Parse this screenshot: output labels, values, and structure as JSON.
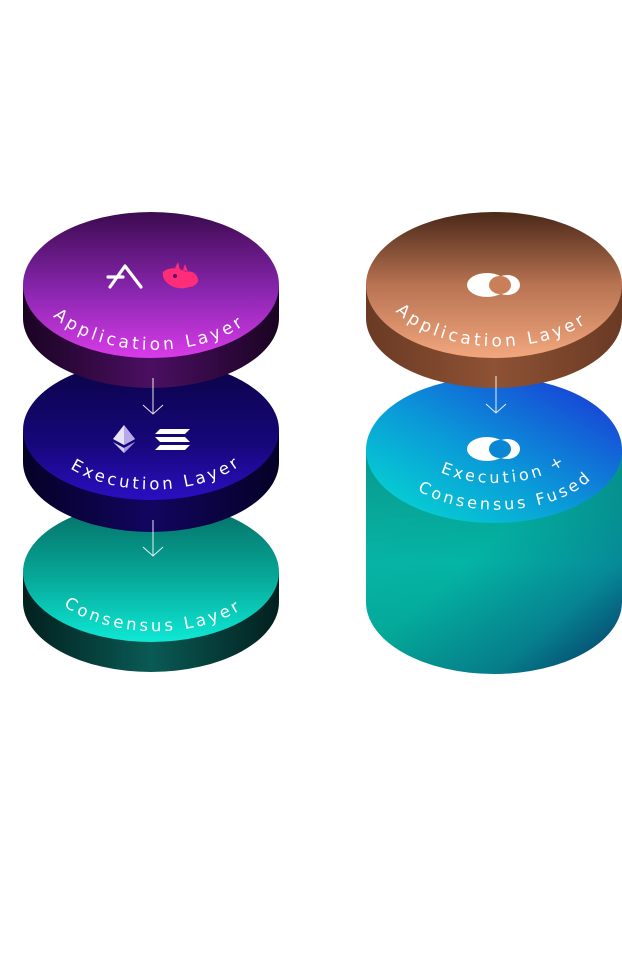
{
  "left_stack": {
    "application": {
      "label": "Application Layer",
      "logos": [
        "aave-logo",
        "uniswap-logo"
      ]
    },
    "execution": {
      "label": "Execution Layer",
      "logos": [
        "ethereum-logo",
        "solana-logo"
      ]
    },
    "consensus": {
      "label": "Consensus Layer"
    }
  },
  "right_stack": {
    "application": {
      "label": "Application Layer",
      "logos": [
        "fused-chain-logo"
      ]
    },
    "fused": {
      "label_line1": "Execution +",
      "label_line2": "Consensus Fused",
      "logos": [
        "fused-chain-logo"
      ]
    }
  },
  "colors": {
    "application_left": "#9a2bc4",
    "execution_left": "#1e0a8c",
    "consensus_left": "#08c9b8",
    "application_right": "#c87f5a",
    "fused_top": "#0aa6d6",
    "fused_side": "#03b3a3",
    "uniswap_pink": "#ff2d78"
  },
  "icons": [
    "arrow-down-icon",
    "aave-icon",
    "uniswap-icon",
    "ethereum-icon",
    "solana-icon",
    "fused-chain-icon"
  ]
}
